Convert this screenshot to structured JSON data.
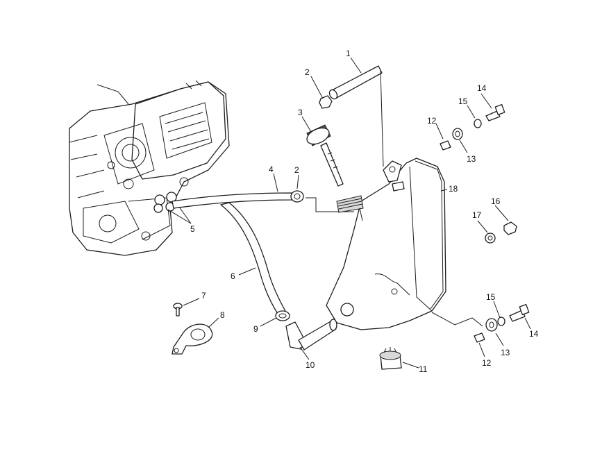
{
  "callouts": {
    "c1": "1",
    "c2a": "2",
    "c2b": "2",
    "c3": "3",
    "c4": "4",
    "c5": "5",
    "c6": "6",
    "c7": "7",
    "c8": "8",
    "c9": "9",
    "c10": "10",
    "c11": "11",
    "c12a": "12",
    "c12b": "12",
    "c13a": "13",
    "c13b": "13",
    "c14a": "14",
    "c14b": "14",
    "c15a": "15",
    "c15b": "15",
    "c16": "16",
    "c17": "17",
    "c18": "18"
  }
}
